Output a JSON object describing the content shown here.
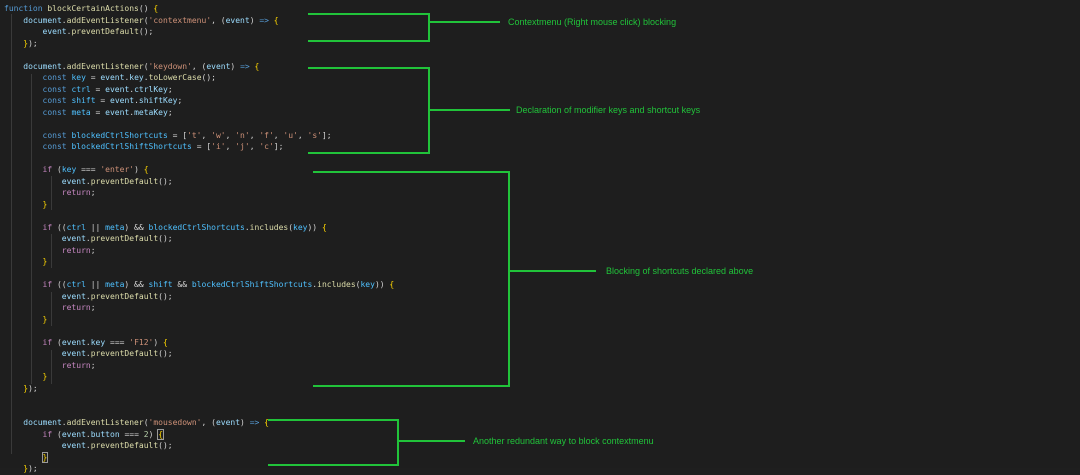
{
  "colors": {
    "background": "#1e1e1e",
    "annotation": "#21c33a"
  },
  "code_lines": [
    [
      [
        "kw",
        "function"
      ],
      [
        "p",
        " "
      ],
      [
        "fn",
        "blockCertainActions"
      ],
      [
        "p",
        "() "
      ],
      [
        "b",
        "{"
      ]
    ],
    [
      [
        "p",
        "    "
      ],
      [
        "var",
        "document"
      ],
      [
        "p",
        "."
      ],
      [
        "fn",
        "addEventListener"
      ],
      [
        "p",
        "("
      ],
      [
        "str",
        "'contextmenu'"
      ],
      [
        "p",
        ", ("
      ],
      [
        "var",
        "event"
      ],
      [
        "p",
        ") "
      ],
      [
        "kw",
        "=>"
      ],
      [
        "p",
        " "
      ],
      [
        "b",
        "{"
      ]
    ],
    [
      [
        "p",
        "        "
      ],
      [
        "var",
        "event"
      ],
      [
        "p",
        "."
      ],
      [
        "fn",
        "preventDefault"
      ],
      [
        "p",
        "();"
      ]
    ],
    [
      [
        "p",
        "    "
      ],
      [
        "b",
        "}"
      ],
      [
        "p",
        ");"
      ]
    ],
    [
      [
        "p",
        ""
      ]
    ],
    [
      [
        "p",
        "    "
      ],
      [
        "var",
        "document"
      ],
      [
        "p",
        "."
      ],
      [
        "fn",
        "addEventListener"
      ],
      [
        "p",
        "("
      ],
      [
        "str",
        "'keydown'"
      ],
      [
        "p",
        ", ("
      ],
      [
        "var",
        "event"
      ],
      [
        "p",
        ") "
      ],
      [
        "kw",
        "=>"
      ],
      [
        "p",
        " "
      ],
      [
        "b",
        "{"
      ]
    ],
    [
      [
        "p",
        "        "
      ],
      [
        "kw",
        "const"
      ],
      [
        "p",
        " "
      ],
      [
        "const",
        "key"
      ],
      [
        "p",
        " = "
      ],
      [
        "var",
        "event"
      ],
      [
        "p",
        "."
      ],
      [
        "var",
        "key"
      ],
      [
        "p",
        "."
      ],
      [
        "fn",
        "toLowerCase"
      ],
      [
        "p",
        "();"
      ]
    ],
    [
      [
        "p",
        "        "
      ],
      [
        "kw",
        "const"
      ],
      [
        "p",
        " "
      ],
      [
        "const",
        "ctrl"
      ],
      [
        "p",
        " = "
      ],
      [
        "var",
        "event"
      ],
      [
        "p",
        "."
      ],
      [
        "var",
        "ctrlKey"
      ],
      [
        "p",
        ";"
      ]
    ],
    [
      [
        "p",
        "        "
      ],
      [
        "kw",
        "const"
      ],
      [
        "p",
        " "
      ],
      [
        "const",
        "shift"
      ],
      [
        "p",
        " = "
      ],
      [
        "var",
        "event"
      ],
      [
        "p",
        "."
      ],
      [
        "var",
        "shiftKey"
      ],
      [
        "p",
        ";"
      ]
    ],
    [
      [
        "p",
        "        "
      ],
      [
        "kw",
        "const"
      ],
      [
        "p",
        " "
      ],
      [
        "const",
        "meta"
      ],
      [
        "p",
        " = "
      ],
      [
        "var",
        "event"
      ],
      [
        "p",
        "."
      ],
      [
        "var",
        "metaKey"
      ],
      [
        "p",
        ";"
      ]
    ],
    [
      [
        "p",
        ""
      ]
    ],
    [
      [
        "p",
        "        "
      ],
      [
        "kw",
        "const"
      ],
      [
        "p",
        " "
      ],
      [
        "const",
        "blockedCtrlShortcuts"
      ],
      [
        "p",
        " = ["
      ],
      [
        "str",
        "'t'"
      ],
      [
        "p",
        ", "
      ],
      [
        "str",
        "'w'"
      ],
      [
        "p",
        ", "
      ],
      [
        "str",
        "'n'"
      ],
      [
        "p",
        ", "
      ],
      [
        "str",
        "'f'"
      ],
      [
        "p",
        ", "
      ],
      [
        "str",
        "'u'"
      ],
      [
        "p",
        ", "
      ],
      [
        "str",
        "'s'"
      ],
      [
        "p",
        "];"
      ]
    ],
    [
      [
        "p",
        "        "
      ],
      [
        "kw",
        "const"
      ],
      [
        "p",
        " "
      ],
      [
        "const",
        "blockedCtrlShiftShortcuts"
      ],
      [
        "p",
        " = ["
      ],
      [
        "str",
        "'i'"
      ],
      [
        "p",
        ", "
      ],
      [
        "str",
        "'j'"
      ],
      [
        "p",
        ", "
      ],
      [
        "str",
        "'c'"
      ],
      [
        "p",
        "];"
      ]
    ],
    [
      [
        "p",
        ""
      ]
    ],
    [
      [
        "p",
        "        "
      ],
      [
        "ctl",
        "if"
      ],
      [
        "p",
        " ("
      ],
      [
        "const",
        "key"
      ],
      [
        "p",
        " === "
      ],
      [
        "str",
        "'enter'"
      ],
      [
        "p",
        ") "
      ],
      [
        "b",
        "{"
      ]
    ],
    [
      [
        "p",
        "            "
      ],
      [
        "var",
        "event"
      ],
      [
        "p",
        "."
      ],
      [
        "fn",
        "preventDefault"
      ],
      [
        "p",
        "();"
      ]
    ],
    [
      [
        "p",
        "            "
      ],
      [
        "ctl",
        "return"
      ],
      [
        "p",
        ";"
      ]
    ],
    [
      [
        "p",
        "        "
      ],
      [
        "b",
        "}"
      ]
    ],
    [
      [
        "p",
        ""
      ]
    ],
    [
      [
        "p",
        "        "
      ],
      [
        "ctl",
        "if"
      ],
      [
        "p",
        " (("
      ],
      [
        "const",
        "ctrl"
      ],
      [
        "p",
        " || "
      ],
      [
        "const",
        "meta"
      ],
      [
        "p",
        ") && "
      ],
      [
        "const",
        "blockedCtrlShortcuts"
      ],
      [
        "p",
        "."
      ],
      [
        "fn",
        "includes"
      ],
      [
        "p",
        "("
      ],
      [
        "const",
        "key"
      ],
      [
        "p",
        ")) "
      ],
      [
        "b",
        "{"
      ]
    ],
    [
      [
        "p",
        "            "
      ],
      [
        "var",
        "event"
      ],
      [
        "p",
        "."
      ],
      [
        "fn",
        "preventDefault"
      ],
      [
        "p",
        "();"
      ]
    ],
    [
      [
        "p",
        "            "
      ],
      [
        "ctl",
        "return"
      ],
      [
        "p",
        ";"
      ]
    ],
    [
      [
        "p",
        "        "
      ],
      [
        "b",
        "}"
      ]
    ],
    [
      [
        "p",
        ""
      ]
    ],
    [
      [
        "p",
        "        "
      ],
      [
        "ctl",
        "if"
      ],
      [
        "p",
        " (("
      ],
      [
        "const",
        "ctrl"
      ],
      [
        "p",
        " || "
      ],
      [
        "const",
        "meta"
      ],
      [
        "p",
        ") && "
      ],
      [
        "const",
        "shift"
      ],
      [
        "p",
        " && "
      ],
      [
        "const",
        "blockedCtrlShiftShortcuts"
      ],
      [
        "p",
        "."
      ],
      [
        "fn",
        "includes"
      ],
      [
        "p",
        "("
      ],
      [
        "const",
        "key"
      ],
      [
        "p",
        ")) "
      ],
      [
        "b",
        "{"
      ]
    ],
    [
      [
        "p",
        "            "
      ],
      [
        "var",
        "event"
      ],
      [
        "p",
        "."
      ],
      [
        "fn",
        "preventDefault"
      ],
      [
        "p",
        "();"
      ]
    ],
    [
      [
        "p",
        "            "
      ],
      [
        "ctl",
        "return"
      ],
      [
        "p",
        ";"
      ]
    ],
    [
      [
        "p",
        "        "
      ],
      [
        "b",
        "}"
      ]
    ],
    [
      [
        "p",
        ""
      ]
    ],
    [
      [
        "p",
        "        "
      ],
      [
        "ctl",
        "if"
      ],
      [
        "p",
        " ("
      ],
      [
        "var",
        "event"
      ],
      [
        "p",
        "."
      ],
      [
        "var",
        "key"
      ],
      [
        "p",
        " === "
      ],
      [
        "str",
        "'F12'"
      ],
      [
        "p",
        ") "
      ],
      [
        "b",
        "{"
      ]
    ],
    [
      [
        "p",
        "            "
      ],
      [
        "var",
        "event"
      ],
      [
        "p",
        "."
      ],
      [
        "fn",
        "preventDefault"
      ],
      [
        "p",
        "();"
      ]
    ],
    [
      [
        "p",
        "            "
      ],
      [
        "ctl",
        "return"
      ],
      [
        "p",
        ";"
      ]
    ],
    [
      [
        "p",
        "        "
      ],
      [
        "b",
        "}"
      ]
    ],
    [
      [
        "p",
        "    "
      ],
      [
        "b",
        "}"
      ],
      [
        "p",
        ");"
      ]
    ],
    [
      [
        "p",
        ""
      ]
    ],
    [
      [
        "p",
        ""
      ]
    ],
    [
      [
        "p",
        "    "
      ],
      [
        "var",
        "document"
      ],
      [
        "p",
        "."
      ],
      [
        "fn",
        "addEventListener"
      ],
      [
        "p",
        "("
      ],
      [
        "str",
        "'mousedown'"
      ],
      [
        "p",
        ", ("
      ],
      [
        "var",
        "event"
      ],
      [
        "p",
        ") "
      ],
      [
        "kw",
        "=>"
      ],
      [
        "p",
        " "
      ],
      [
        "b",
        "{"
      ]
    ],
    [
      [
        "p",
        "        "
      ],
      [
        "ctl",
        "if"
      ],
      [
        "p",
        " ("
      ],
      [
        "var",
        "event"
      ],
      [
        "p",
        "."
      ],
      [
        "var",
        "button"
      ],
      [
        "p",
        " === "
      ],
      [
        "num",
        "2"
      ],
      [
        "p",
        ") "
      ],
      [
        "caret",
        "{"
      ]
    ],
    [
      [
        "p",
        "            "
      ],
      [
        "var",
        "event"
      ],
      [
        "p",
        "."
      ],
      [
        "fn",
        "preventDefault"
      ],
      [
        "p",
        "();"
      ]
    ],
    [
      [
        "p",
        "        "
      ],
      [
        "caret",
        "}"
      ]
    ],
    [
      [
        "p",
        "    "
      ],
      [
        "b",
        "}"
      ],
      [
        "p",
        ");"
      ]
    ]
  ],
  "annotations": [
    {
      "id": "contextmenu",
      "label": "Contextmenu (Right mouse click) blocking"
    },
    {
      "id": "modifiers",
      "label": "Declaration of modifier keys and  shortcut keys"
    },
    {
      "id": "shortcuts",
      "label": "Blocking of shortcuts declared above"
    },
    {
      "id": "mousedown",
      "label": "Another redundant way to block contextmenu"
    }
  ]
}
